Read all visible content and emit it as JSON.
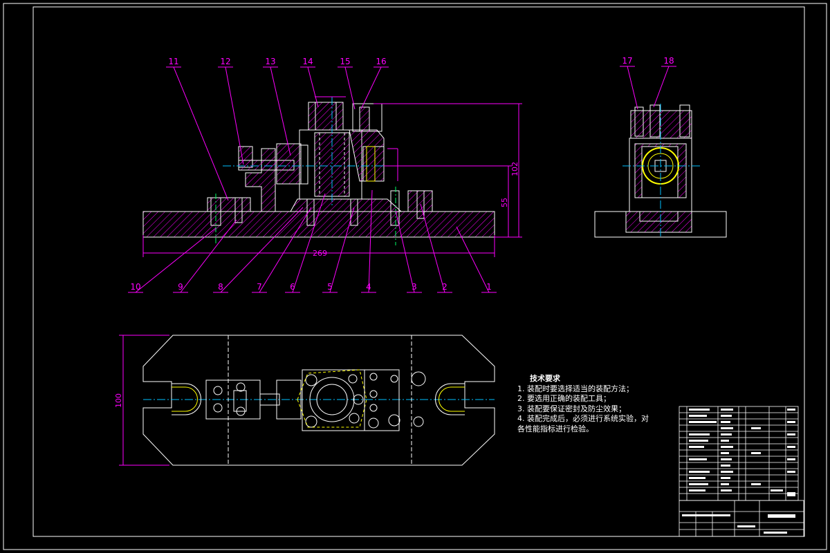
{
  "colors": {
    "background": "#000000",
    "outline": "#ffffff",
    "hatch": "#ff00ff",
    "leader": "#ff00ff",
    "dimension": "#ff00ff",
    "centerline": "#00c0ff",
    "centerline_alt": "#00ff66",
    "highlight": "#ffff00"
  },
  "part_callouts": {
    "front_view_top": [
      "11",
      "12",
      "13",
      "14",
      "15",
      "16"
    ],
    "front_view_bottom": [
      "10",
      "9",
      "8",
      "7",
      "6",
      "5",
      "4",
      "3",
      "2",
      "1"
    ],
    "side_view_top": [
      "17",
      "18"
    ]
  },
  "dimensions": {
    "overall_length": "269",
    "overall_height": "102",
    "center_height": "55",
    "width": "100"
  },
  "technical_requirements": {
    "title": "技术要求",
    "items": [
      "1. 装配时要选择适当的装配方法；",
      "2. 要选用正确的装配工具；",
      "3. 装配要保证密封及防尘效果；",
      "4. 装配完成后，必须进行系统实验，对"
    ],
    "continuation": "各性能指标进行检验。"
  }
}
